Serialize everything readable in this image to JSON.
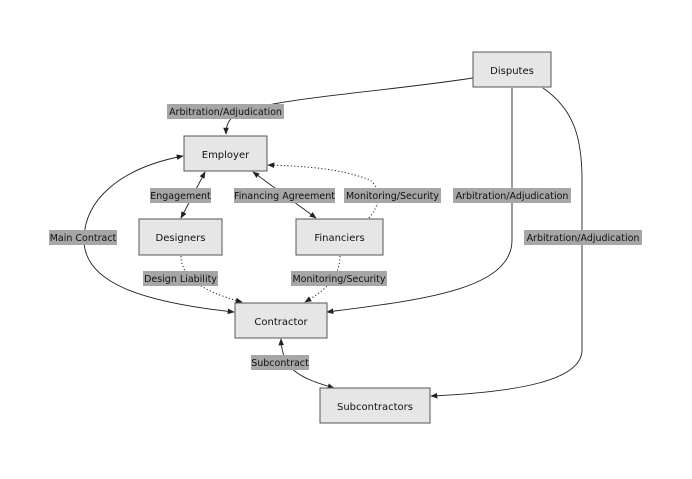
{
  "nodes": {
    "disputes": "Disputes",
    "employer": "Employer",
    "designers": "Designers",
    "financiers": "Financiers",
    "contractor": "Contractor",
    "subcontractors": "Subcontractors"
  },
  "edge_labels": {
    "arbitration_employer": "Arbitration/Adjudication",
    "arbitration_contractor": "Arbitration/Adjudication",
    "arbitration_subcontractors": "Arbitration/Adjudication",
    "main_contract": "Main Contract",
    "engagement": "Engagement",
    "financing_agreement": "Financing Agreement",
    "monitoring_security_employer": "Monitoring/Security",
    "monitoring_security_contractor": "Monitoring/Security",
    "design_liability": "Design Liability",
    "subcontract": "Subcontract"
  },
  "colors": {
    "node_fill": "#e6e6e6",
    "node_border": "#555555",
    "label_fill": "#a6a6a6",
    "line": "#222222"
  }
}
